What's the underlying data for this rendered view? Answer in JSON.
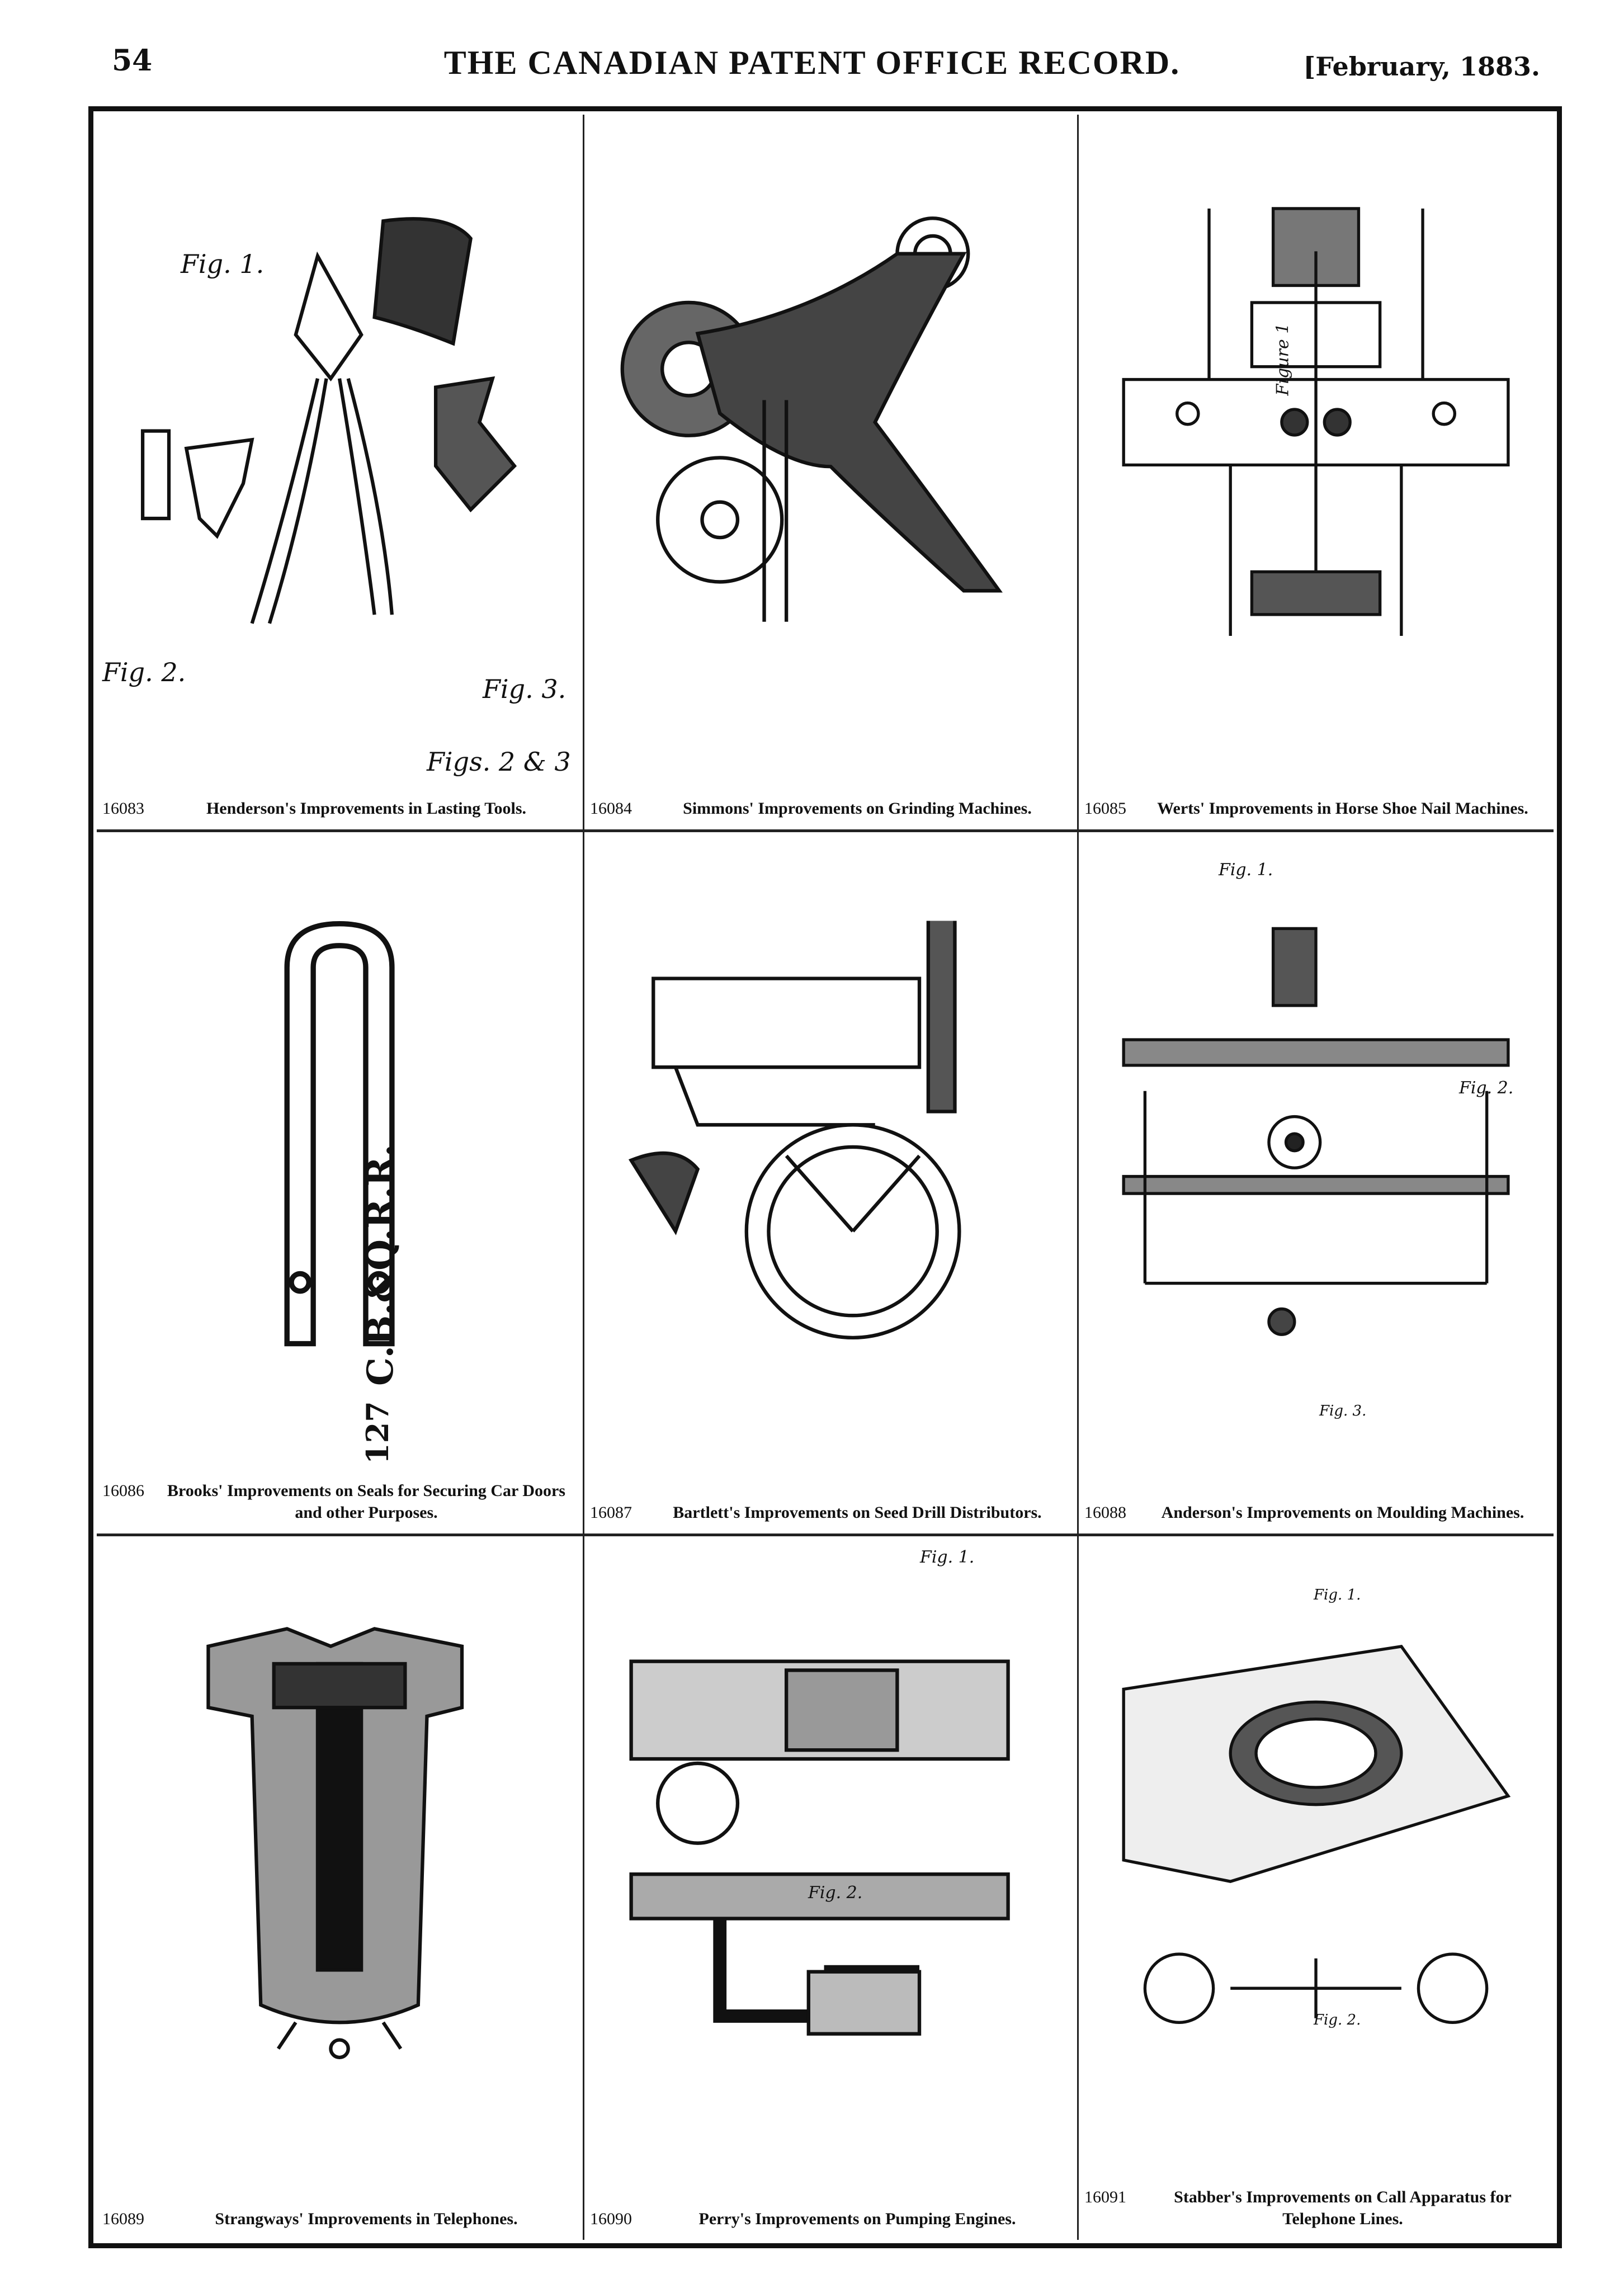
{
  "header": {
    "page_number": "54",
    "title": "THE CANADIAN PATENT OFFICE RECORD.",
    "date": "[February, 1883."
  },
  "patents": [
    {
      "number": "16083",
      "caption": "Henderson's Improvements in Lasting Tools.",
      "figure_labels": [
        "Fig. 1.",
        "Fig. 2.",
        "Fig. 3.",
        "Figs. 2 & 3"
      ]
    },
    {
      "number": "16084",
      "caption": "Simmons' Improvements on Grinding Machines."
    },
    {
      "number": "16085",
      "caption": "Werts' Improvements in Horse Shoe Nail Machines.",
      "figure_labels": [
        "Figure 1"
      ]
    },
    {
      "number": "16086",
      "caption": "Brooks' Improvements on Seals for Securing Car Doors and other Purposes.",
      "figure_labels": [
        "C.B.&Q.R.R.",
        "127"
      ]
    },
    {
      "number": "16087",
      "caption": "Bartlett's Improvements on Seed Drill Distributors."
    },
    {
      "number": "16088",
      "caption": "Anderson's Improvements on Moulding Machines.",
      "figure_labels": [
        "Fig. 1.",
        "Fig. 2.",
        "Fig. 3."
      ]
    },
    {
      "number": "16089",
      "caption": "Strangways' Improvements in Telephones."
    },
    {
      "number": "16090",
      "caption": "Perry's Improvements on Pumping Engines.",
      "figure_labels": [
        "Fig. 1.",
        "Fig. 2."
      ]
    },
    {
      "number": "16091",
      "caption": "Stabber's Improvements on Call Apparatus for Telephone Lines.",
      "figure_labels": [
        "Fig. 1.",
        "Fig. 2."
      ]
    }
  ]
}
